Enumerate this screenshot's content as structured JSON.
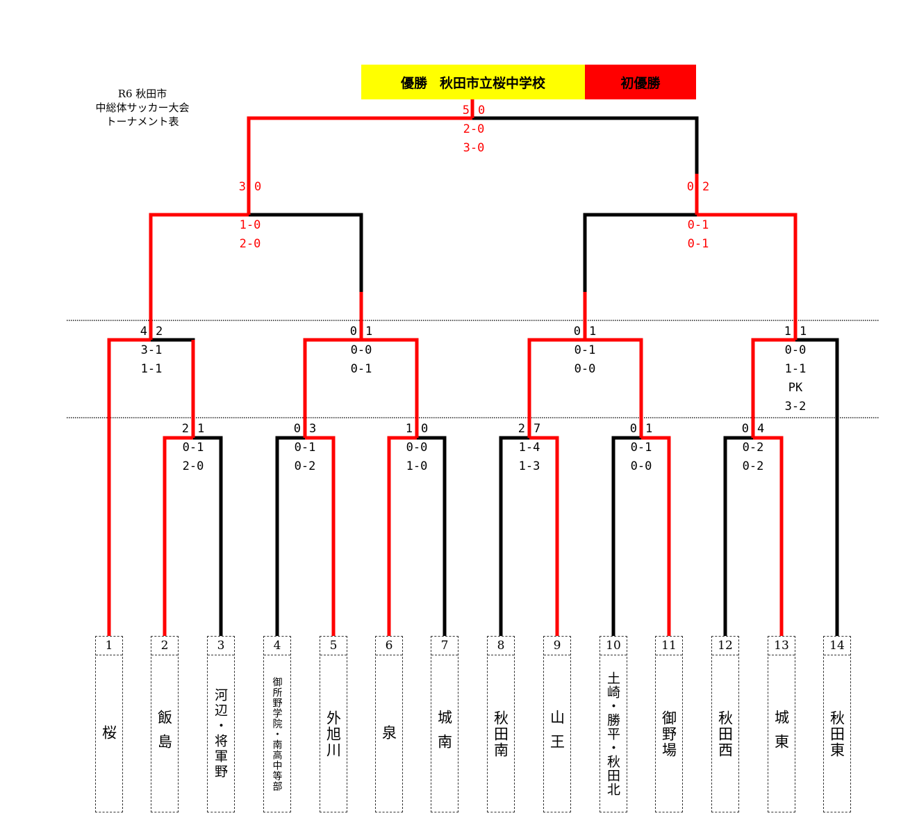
{
  "title": {
    "line1": "R6 秋田市",
    "line2": "中総体サッカー大会",
    "line3": "トーナメント表"
  },
  "banner": {
    "champion_label": "優勝",
    "champion_school": "秋田市立桜中学校",
    "note": "初優勝"
  },
  "colors": {
    "winner_line": "#ff0000",
    "loser_line": "#000000",
    "champion_bg": "#ffff00",
    "note_bg": "#ff0000"
  },
  "teams": [
    {
      "num": "1",
      "name": "桜"
    },
    {
      "num": "2",
      "name": "飯島"
    },
    {
      "num": "3",
      "name": "河辺・将軍野"
    },
    {
      "num": "4",
      "name": "御所野学院・南高中等部"
    },
    {
      "num": "5",
      "name": "外旭川"
    },
    {
      "num": "6",
      "name": "泉"
    },
    {
      "num": "7",
      "name": "城南"
    },
    {
      "num": "8",
      "name": "秋田南"
    },
    {
      "num": "9",
      "name": "山王"
    },
    {
      "num": "10",
      "name": "土崎・勝平・秋田北"
    },
    {
      "num": "11",
      "name": "御野場"
    },
    {
      "num": "12",
      "name": "秋田西"
    },
    {
      "num": "13",
      "name": "城東"
    },
    {
      "num": "14",
      "name": "秋田東"
    }
  ],
  "round1": [
    {
      "total_a": "2",
      "total_b": "1",
      "half1": "0-1",
      "half2": "2-0"
    },
    {
      "total_a": "0",
      "total_b": "3",
      "half1": "0-1",
      "half2": "0-2"
    },
    {
      "total_a": "1",
      "total_b": "0",
      "half1": "0-0",
      "half2": "1-0"
    },
    {
      "total_a": "2",
      "total_b": "7",
      "half1": "1-4",
      "half2": "1-3"
    },
    {
      "total_a": "0",
      "total_b": "1",
      "half1": "0-1",
      "half2": "0-0"
    },
    {
      "total_a": "0",
      "total_b": "4",
      "half1": "0-2",
      "half2": "0-2"
    }
  ],
  "round2": [
    {
      "total_a": "4",
      "total_b": "2",
      "half1": "3-1",
      "half2": "1-1"
    },
    {
      "total_a": "0",
      "total_b": "1",
      "half1": "0-0",
      "half2": "0-1"
    },
    {
      "total_a": "0",
      "total_b": "1",
      "half1": "0-1",
      "half2": "0-0"
    },
    {
      "total_a": "1",
      "total_b": "1",
      "half1": "0-0",
      "half2": "1-1",
      "pk_label": "PK",
      "pk": "3-2"
    }
  ],
  "semifinals": [
    {
      "total_a": "3",
      "total_b": "0",
      "half1": "1-0",
      "half2": "2-0"
    },
    {
      "total_a": "0",
      "total_b": "2",
      "half1": "0-1",
      "half2": "0-1"
    }
  ],
  "final": {
    "total_a": "5",
    "total_b": "0",
    "half1": "2-0",
    "half2": "3-0"
  }
}
